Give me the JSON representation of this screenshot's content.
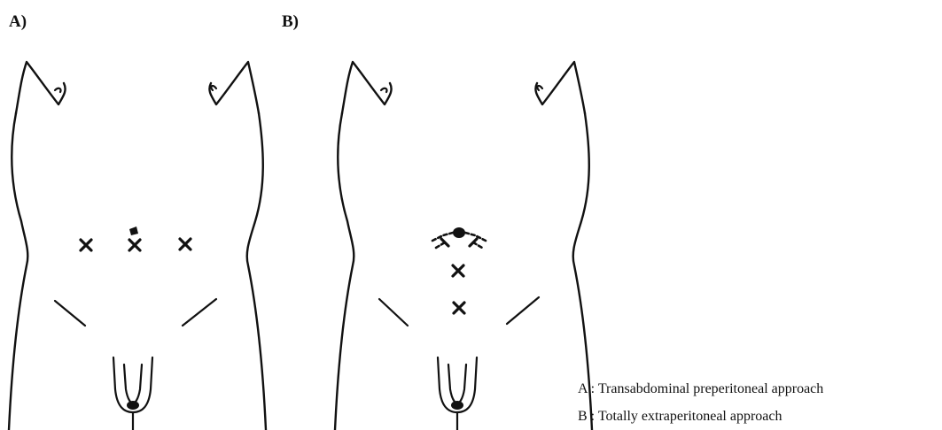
{
  "panels": [
    {
      "label": "A)"
    },
    {
      "label": "B)"
    }
  ],
  "legend": [
    {
      "text": "A : Transabdominal preperitoneal approach"
    },
    {
      "text": "B : Totally extraperitoneal approach"
    }
  ]
}
